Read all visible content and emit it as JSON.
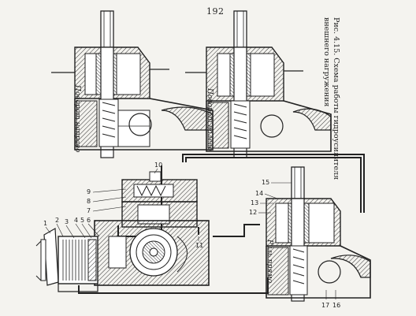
{
  "page": {
    "number": "192"
  },
  "figure": {
    "caption_line1": "Рис. 4.15. Схема работы гидроусилителя",
    "caption_line2": "внешнего нагружения",
    "views": [
      {
        "label": "Поворот направо"
      },
      {
        "label": "Поворот налево"
      },
      {
        "label": "Руль прямо"
      }
    ],
    "callouts": [
      "1",
      "2",
      "3",
      "4",
      "5",
      "6",
      "7",
      "8",
      "9",
      "10",
      "11",
      "12",
      "13",
      "14",
      "15",
      "16",
      "17"
    ]
  }
}
